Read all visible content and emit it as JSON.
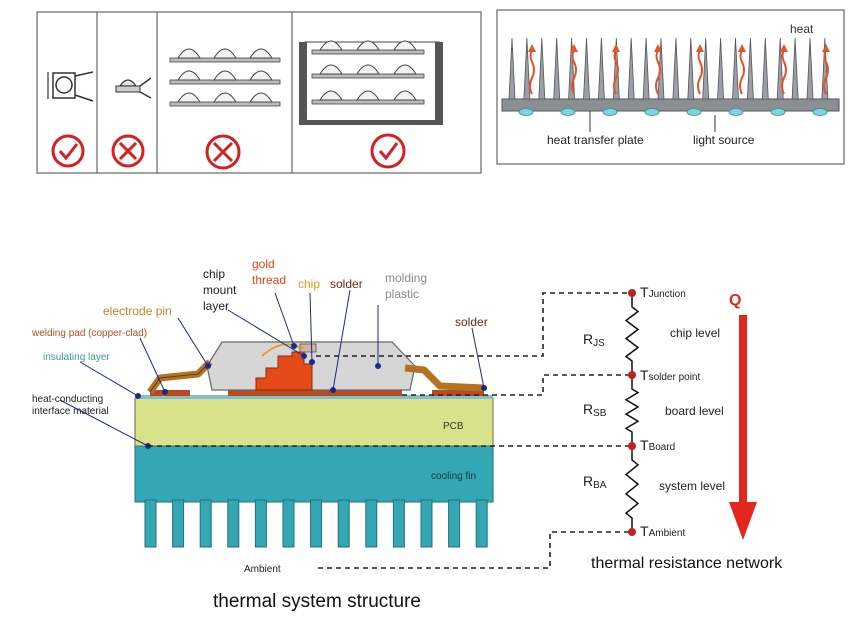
{
  "top_right": {
    "heat": "heat",
    "plate": "heat transfer plate",
    "light": "light source"
  },
  "structure": {
    "chip_mount": [
      "chip",
      "mount",
      "layer"
    ],
    "gold_thread": [
      "gold",
      "thread"
    ],
    "chip": "chip",
    "solder_top": "solder",
    "molding": [
      "molding",
      "plastic"
    ],
    "solder_right": "solder",
    "electrode_pin": "electrode pin",
    "welding_pad": "welding pad (copper-clad)",
    "insulating": "insulating layer",
    "heat_conducting": [
      "heat-conducting",
      "interface material"
    ],
    "pcb": "PCB",
    "cooling_fin": "cooling fin",
    "ambient": "Ambient",
    "caption": "thermal system structure"
  },
  "network": {
    "q": "Q",
    "t_junction": "Junction",
    "t_solder": "solder point",
    "t_board": "Board",
    "t_ambient": "Ambient",
    "r_js": "JS",
    "r_sb": "SB",
    "r_ba": "BA",
    "chip_level": "chip level",
    "board_level": "board level",
    "system_level": "system level",
    "caption": "thermal resistance network"
  },
  "colors": {
    "pcb": "#d8e28b",
    "fin": "#33a8b4",
    "chip": "#e64a19",
    "molding": "#d6d6d6",
    "pin": "#b5731f",
    "arrow": "#e3261e",
    "pin_label": "#c8842a",
    "gold_label": "#e8431a",
    "chip_label": "#e8961a",
    "solder_label": "#6b2a1a",
    "molding_label": "#8a8a8a",
    "pad_label": "#b84a20",
    "insulating_label": "#3a9a96",
    "mark_ok": "#d81e1e",
    "node": "#c41e1e"
  }
}
